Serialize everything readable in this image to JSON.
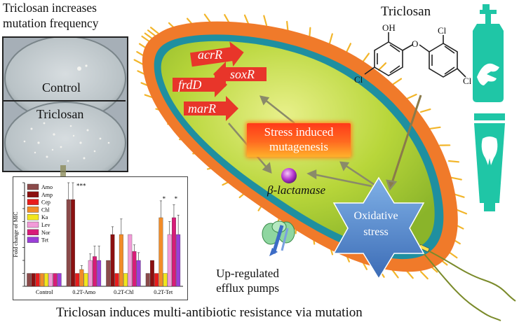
{
  "title_top_left": [
    "Triclosan increases",
    "mutation frequency"
  ],
  "petri": {
    "control_label": "Control",
    "triclosan_label": "Triclosan"
  },
  "molecule": {
    "title": "Triclosan",
    "oh_label": "OH",
    "cl_labels": [
      "Cl",
      "Cl",
      "Cl"
    ],
    "o_label": "O"
  },
  "genes": [
    {
      "label": "acrR"
    },
    {
      "label": "soxR"
    },
    {
      "label": "frdD"
    },
    {
      "label": "marR"
    }
  ],
  "stress_box": {
    "lines": [
      "Stress induced",
      "mutagenesis"
    ]
  },
  "beta_lactamase": {
    "label": "β-lactamase"
  },
  "oxidative": {
    "lines": [
      "Oxidative",
      "stress"
    ]
  },
  "efflux": {
    "lines": [
      "Up-regulated",
      "efflux pumps"
    ]
  },
  "caption": "Triclosan induces multi-antibiotic resistance via mutation",
  "icons": [
    "soap-dispenser-icon",
    "toothpaste-tube-icon",
    "hand-icon",
    "tooth-icon"
  ],
  "colors": {
    "cell_outer": "#f07a2a",
    "cell_inner": "#b5d43a",
    "cell_ring": "#1f8fa0",
    "gene_arrow": "#e8352a",
    "stress_star": "#4b7fc6",
    "product_icons": "#1fc6a6"
  },
  "chart_data": {
    "type": "bar",
    "ylabel": "Fold change of MIC",
    "ylim": [
      0,
      8
    ],
    "yticks": [
      0,
      1,
      2,
      3,
      4,
      5,
      6,
      7,
      8
    ],
    "categories": [
      "Control",
      "0.2T-Amo",
      "0.2T-Chl",
      "0.2T-Tet"
    ],
    "annotations": [
      "***",
      "*",
      "*"
    ],
    "series": [
      {
        "name": "Amo",
        "color": "#8b4a4a",
        "values": [
          1,
          6.7,
          2,
          1
        ],
        "errors": [
          0,
          1.3,
          0,
          0
        ]
      },
      {
        "name": "Amp",
        "color": "#8b1010",
        "values": [
          1,
          6.7,
          4,
          2
        ],
        "errors": [
          0,
          1.3,
          0.6,
          0
        ]
      },
      {
        "name": "Cep",
        "color": "#e81c1c",
        "values": [
          1,
          1,
          1,
          1
        ],
        "errors": [
          0,
          0,
          0,
          0
        ]
      },
      {
        "name": "Chl",
        "color": "#f28c28",
        "values": [
          1,
          1.3,
          4,
          5.3
        ],
        "errors": [
          0,
          0.3,
          1.2,
          1.3
        ]
      },
      {
        "name": "Ka",
        "color": "#f2e51c",
        "values": [
          1,
          1,
          1,
          1
        ],
        "errors": [
          0,
          0,
          0,
          0
        ]
      },
      {
        "name": "Lev",
        "color": "#f29ad8",
        "values": [
          1,
          2,
          4,
          4
        ],
        "errors": [
          0,
          0.5,
          0,
          1
        ]
      },
      {
        "name": "Nor",
        "color": "#d81c78",
        "values": [
          1,
          2.3,
          2.7,
          5.3
        ],
        "errors": [
          0,
          0.8,
          0.5,
          1
        ]
      },
      {
        "name": "Tet",
        "color": "#9a3ed8",
        "values": [
          1,
          2,
          2,
          4
        ],
        "errors": [
          0,
          1.1,
          0.6,
          1.5
        ]
      }
    ]
  }
}
